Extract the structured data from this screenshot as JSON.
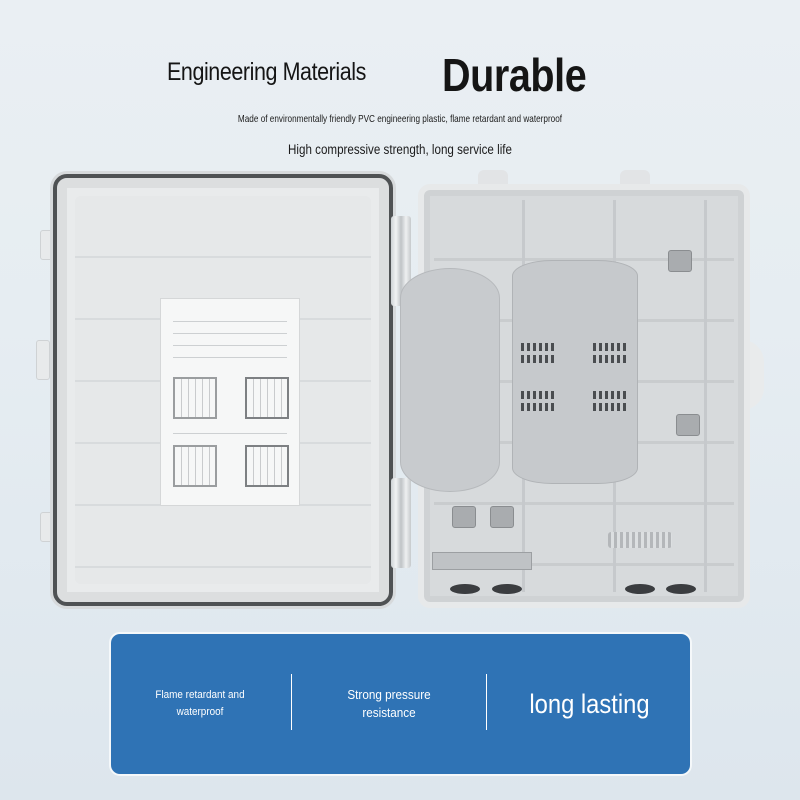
{
  "header": {
    "title_left": "Engineering Materials",
    "title_right": "Durable",
    "subtitle_1": "Made of environmentally friendly PVC engineering plastic, flame retardant and waterproof",
    "subtitle_2": "High compressive strength, long service life"
  },
  "product_image": {
    "description": "Open fiber optic distribution box: gray door with gasket and wiring-diagram sheet on left, base with splice tray, cable clamps, grounding terminal bar and cable entry holes on right"
  },
  "features_panel": {
    "background_color": "#2f73b5",
    "items": [
      {
        "line1": "Flame retardant and",
        "line2": "waterproof"
      },
      {
        "line1": "Strong pressure",
        "line2": "resistance"
      },
      {
        "line1": "long lasting"
      }
    ]
  }
}
